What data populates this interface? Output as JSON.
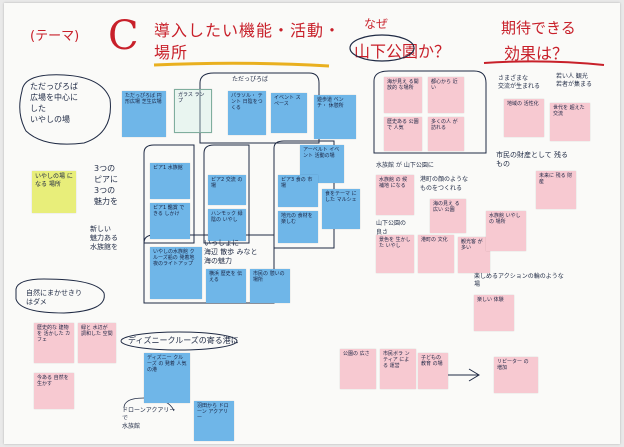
{
  "header": {
    "theme": "(テーマ)",
    "letter": "C",
    "facility": "導入したい機能・活動・場所",
    "why_top": "なぜ",
    "why_main": "山下公園か？",
    "expected_top": "期待できる",
    "expected_main": "効果は？"
  },
  "left_column": {
    "plaza_text": "ただっぴろば\n広場を中心に\nした\nいやしの場",
    "yellow_note": "いやしの場\nになる\n場所",
    "three_piers": "3つの\nピアに\n3つの\n魅力を",
    "nature_box": "自然にまかせきり\nはダメ"
  },
  "notes": {
    "plaza_blue_1": "ただっぴろば\n円形広場\n芝生広場",
    "plaza_clear": "ガラス ランプ",
    "pier_head_label": "ただっぴろば",
    "center_1": "パラソル・\nテント\n日陰をつくる",
    "center_2": "イベント\nスペース",
    "center_3": "遊歩道\nベンチ・\n休憩所",
    "center_4": "アーベルト\nイベント\n活動の場",
    "pier1": "ピア1\n水族館",
    "pier1b": "ピア1\n鑑賞\nできる\nしかけ",
    "pier2": "ピア2\n交流\nの場",
    "pier2b": "ハンモック\n緑陰の\nいやし",
    "pier3": "ピア3\n食の\n市場",
    "pier3b": "地元の\n食材を\n楽しむ",
    "pier3c": "食をテーマ\nにした\nマルシェ",
    "mid_text": "新しい\n魅力ある\n水族館を",
    "mid_text2": "いっしょに\n海辺 散歩 みなと\n海の魅力",
    "blue_long": "いやしの水族館\nクルーズ船の\n発着地\n夜のライトアップ",
    "blue_mid1": "横浜\n歴史を\n伝える",
    "blue_mid2": "市民の\n憩いの\n場所",
    "left_pink_1": "歴史的な\n建物を\n活かした\nカフェ",
    "left_pink_2": "緑と\n水辺が\n調和した\n空間",
    "left_pink_3": "今ある\n自然を\n生かす",
    "cruise_label": "ディズニークルーズの寄る港に",
    "cruise_blue": "ディズニー\nクルーズ\nの\n発着\n人気の港",
    "drone_label": "ドローンアクアリー\nで\n水族館",
    "drone_blue": "羽田から\nドローン\nアクアリー",
    "why_1": "海が見え\nる開放的\nな場所",
    "why_2": "都心から\n近い",
    "why_3": "歴史ある\n公園で\n人気",
    "why_4": "多くの人\nが訪れる",
    "why_5": "水族館\nの\n候補地\nになる",
    "why_6": "海の見え\nる広い\n公園",
    "why_7": "景色を\n生かした\nいやし",
    "why_8": "港町の\n文化",
    "why_9": "観光客\nが多い",
    "why_10": "公園の\n広さ",
    "why_text1": "水族館 が 山下公園に",
    "why_text2": "港町の顔のような\nものをつくれる",
    "why_text3": "山下公園の\n良さ",
    "bottom_pink_1": "市民ボラ\nンティア\nによる\n運営",
    "bottom_pink_2": "子どもの\n教育\nの場",
    "eff_text1": "さまざまな\n交流が生まれる",
    "eff_text2": "若い人 観光\n若者が集まる",
    "eff_1": "地域の\n活性化",
    "eff_2": "世代を\n超えた\n交流",
    "eff_text3": "市民の財産として 残る\nもの",
    "eff_3": "未来に\n残る\n財産",
    "eff_4": "水族館\nいやし\nの\n場所",
    "eff_text4": "楽しめるアクションの輪のような\n場",
    "eff_5": "楽しい\n体験",
    "eff_6": "リピーター\nの\n増加",
    "arrow_label": "⇒"
  }
}
